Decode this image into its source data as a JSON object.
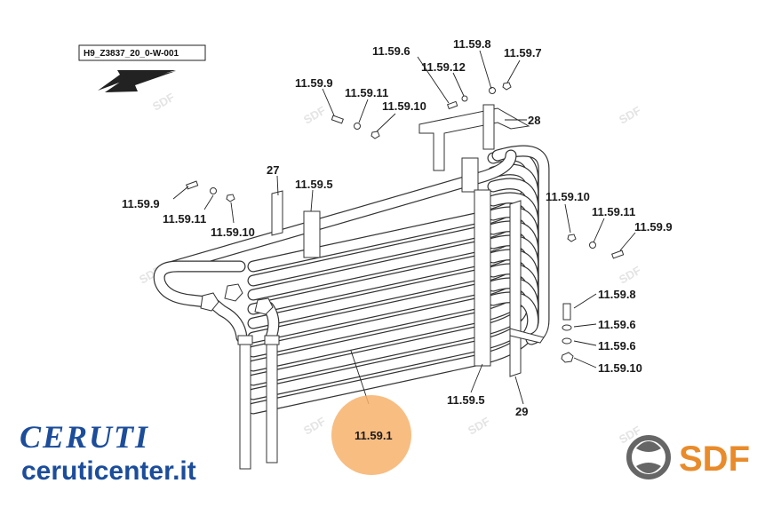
{
  "drawing_ref": "H9_Z3837_20_0-W-001",
  "callouts": {
    "p11596_top": "11.59.6",
    "p11598_top": "11.59.8",
    "p11597": "11.59.7",
    "p115912_top": "11.59.12",
    "p11599_a": "11.59.9",
    "p115911_a": "11.59.11",
    "p115910_a": "11.59.10",
    "p28": "28",
    "p27": "27",
    "p11595_a": "11.59.5",
    "p11599_b": "11.59.9",
    "p115911_b": "11.59.11",
    "p115910_b": "11.59.10",
    "p115910_c": "11.59.10",
    "p115911_c": "11.59.11",
    "p11599_c": "11.59.9",
    "p11598_b": "11.59.8",
    "p11596_b": "11.59.6",
    "p11596_c": "11.59.6",
    "p115910_d": "11.59.10",
    "p11595_b": "11.59.5",
    "p29": "29",
    "p11591": "11.59.1"
  },
  "highlight_color": "#f7b26b",
  "brand": {
    "ceruti": "CERUTI",
    "url": "ceruticenter.it",
    "sdf": "SDF",
    "ceruti_color": "#1c4d9b",
    "sdf_color": "#e98b2a"
  },
  "watermark": "SDF"
}
